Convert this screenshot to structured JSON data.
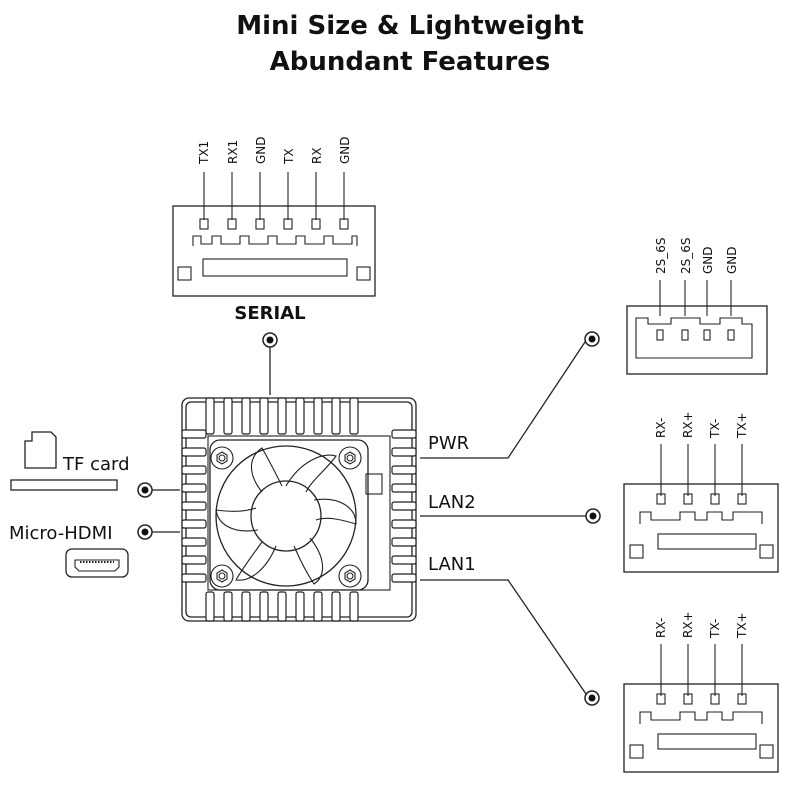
{
  "title": {
    "line1": "Mini Size & Lightweight",
    "line2": "Abundant Features"
  },
  "serial": {
    "label": "SERIAL",
    "pins": [
      "TX1",
      "RX1",
      "GND",
      "TX",
      "RX",
      "GND"
    ]
  },
  "pwr": {
    "label": "PWR",
    "pins": [
      "2S_6S",
      "2S_6S",
      "GND",
      "GND"
    ]
  },
  "lan2": {
    "label": "LAN2",
    "pins": [
      "RX-",
      "RX+",
      "TX-",
      "TX+"
    ]
  },
  "lan1": {
    "label": "LAN1",
    "pins": [
      "RX-",
      "RX+",
      "TX-",
      "TX+"
    ]
  },
  "tf_card": {
    "label": "TF card"
  },
  "micro_hdmi": {
    "label": "Micro-HDMI"
  },
  "icons": [
    "fan-icon",
    "sd-card-icon",
    "micro-hdmi-port-icon"
  ]
}
